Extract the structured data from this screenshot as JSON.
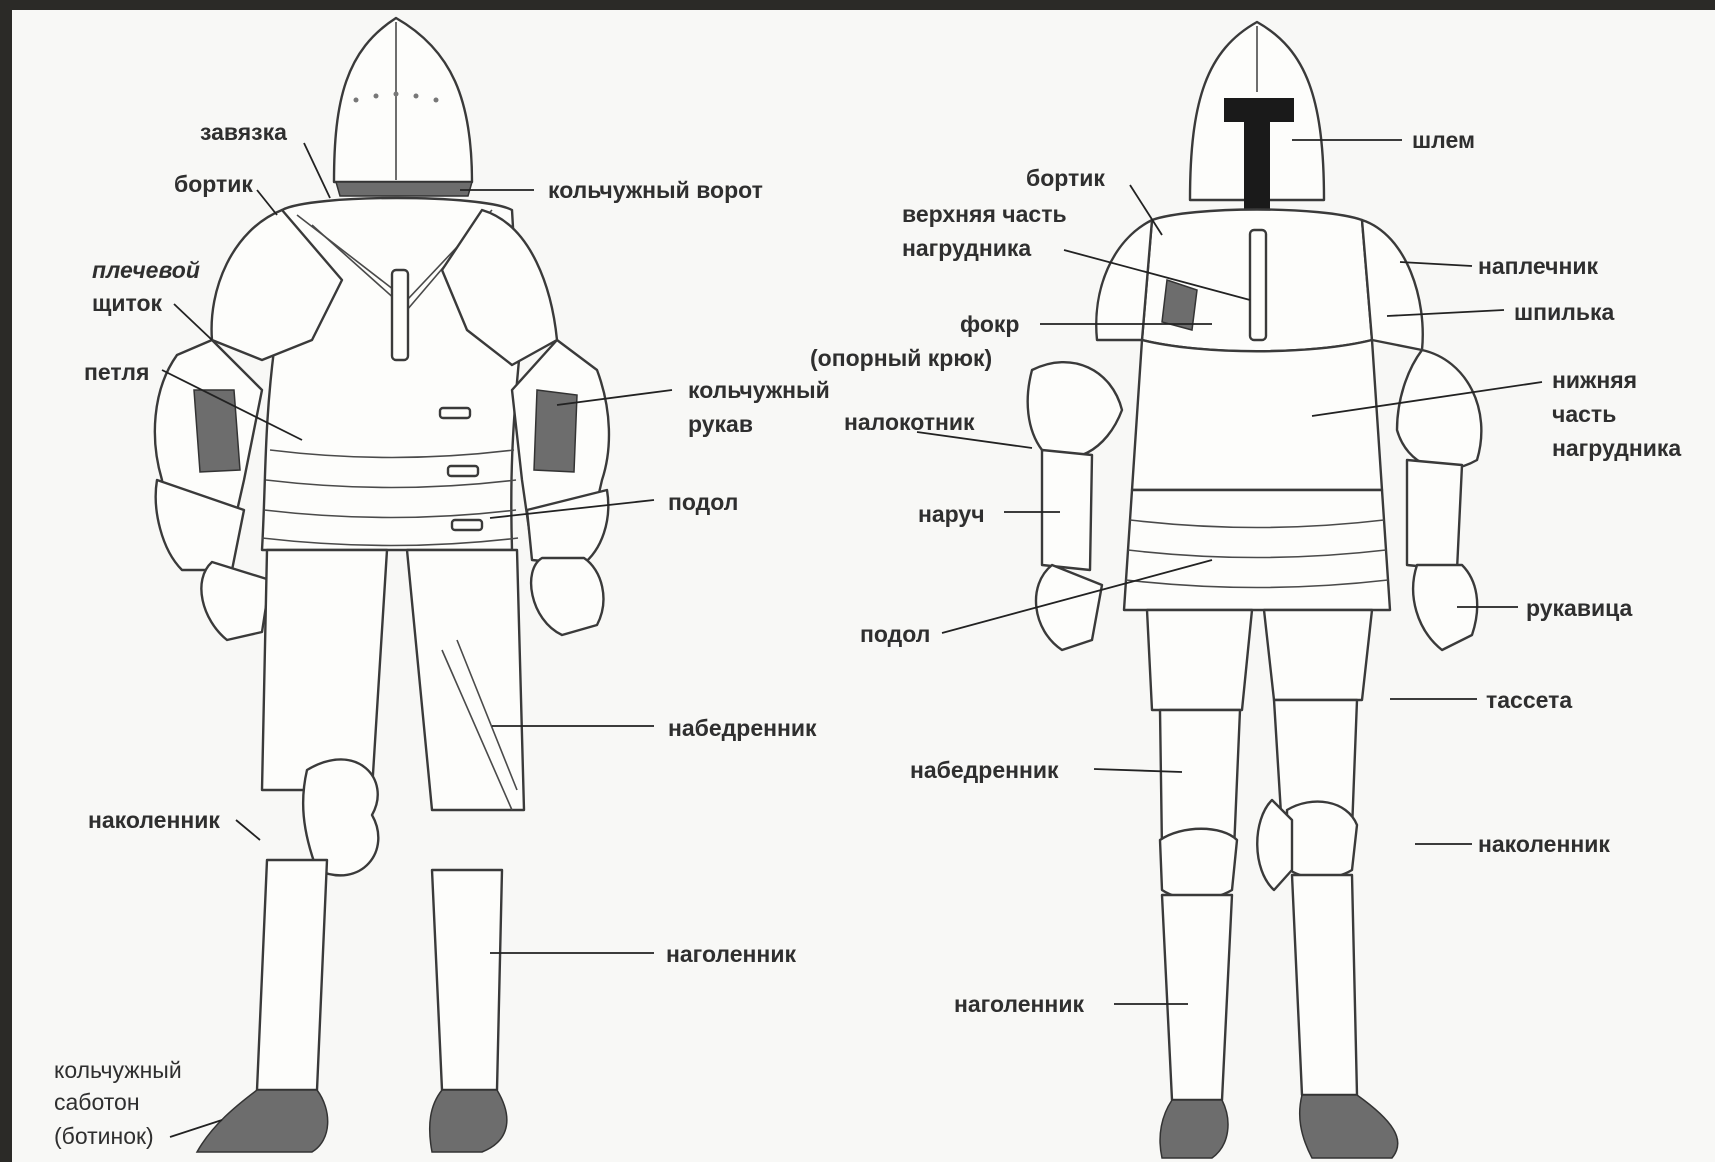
{
  "back_view": {
    "labels": [
      {
        "id": "zavyazka",
        "lines": [
          "завязка"
        ]
      },
      {
        "id": "bortik",
        "lines": [
          "бортик"
        ]
      },
      {
        "id": "kolchuzhny-vorot",
        "lines": [
          "кольчужный ворот"
        ]
      },
      {
        "id": "plechevoy-shchitok",
        "lines": [
          "плечевой",
          "щиток"
        ]
      },
      {
        "id": "petlya",
        "lines": [
          "петля"
        ]
      },
      {
        "id": "kolchuzhny-rukav",
        "lines": [
          "кольчужный",
          "рукав"
        ]
      },
      {
        "id": "podol",
        "lines": [
          "подол"
        ]
      },
      {
        "id": "nabedrennik",
        "lines": [
          "набедренник"
        ]
      },
      {
        "id": "nakolennik",
        "lines": [
          "наколенник"
        ]
      },
      {
        "id": "nagolennik",
        "lines": [
          "наголенник"
        ]
      },
      {
        "id": "kolchuzhny-saboton",
        "lines": [
          "кольчужный",
          "саботон",
          "(ботинок)"
        ]
      }
    ]
  },
  "front_view": {
    "labels": [
      {
        "id": "shlem",
        "lines": [
          "шлем"
        ]
      },
      {
        "id": "bortik",
        "lines": [
          "бортик"
        ]
      },
      {
        "id": "verkhnyaya-chast-nagrudnika",
        "lines": [
          "верхняя часть",
          "нагрудника"
        ]
      },
      {
        "id": "naplechnik",
        "lines": [
          "наплечник"
        ]
      },
      {
        "id": "shpilka",
        "lines": [
          "шпилька"
        ]
      },
      {
        "id": "fokr",
        "lines": [
          "фокр",
          "(опорный крюк)"
        ]
      },
      {
        "id": "nizhnyaya-chast-nagrudnika",
        "lines": [
          "нижняя",
          "часть",
          "нагрудника"
        ]
      },
      {
        "id": "nalokotnik",
        "lines": [
          "налокотник"
        ]
      },
      {
        "id": "naruch",
        "lines": [
          "наруч"
        ]
      },
      {
        "id": "rukavitsa",
        "lines": [
          "рукавица"
        ]
      },
      {
        "id": "podol",
        "lines": [
          "подол"
        ]
      },
      {
        "id": "tasseta",
        "lines": [
          "тассета"
        ]
      },
      {
        "id": "nabedrennik",
        "lines": [
          "набедренник"
        ]
      },
      {
        "id": "nakolennik",
        "lines": [
          "наколенник"
        ]
      },
      {
        "id": "nagolennik",
        "lines": [
          "наголенник"
        ]
      }
    ]
  },
  "colors": {
    "background": "#f8f8f6",
    "frame": "#2b2a27",
    "ink": "#2f2f2f"
  }
}
